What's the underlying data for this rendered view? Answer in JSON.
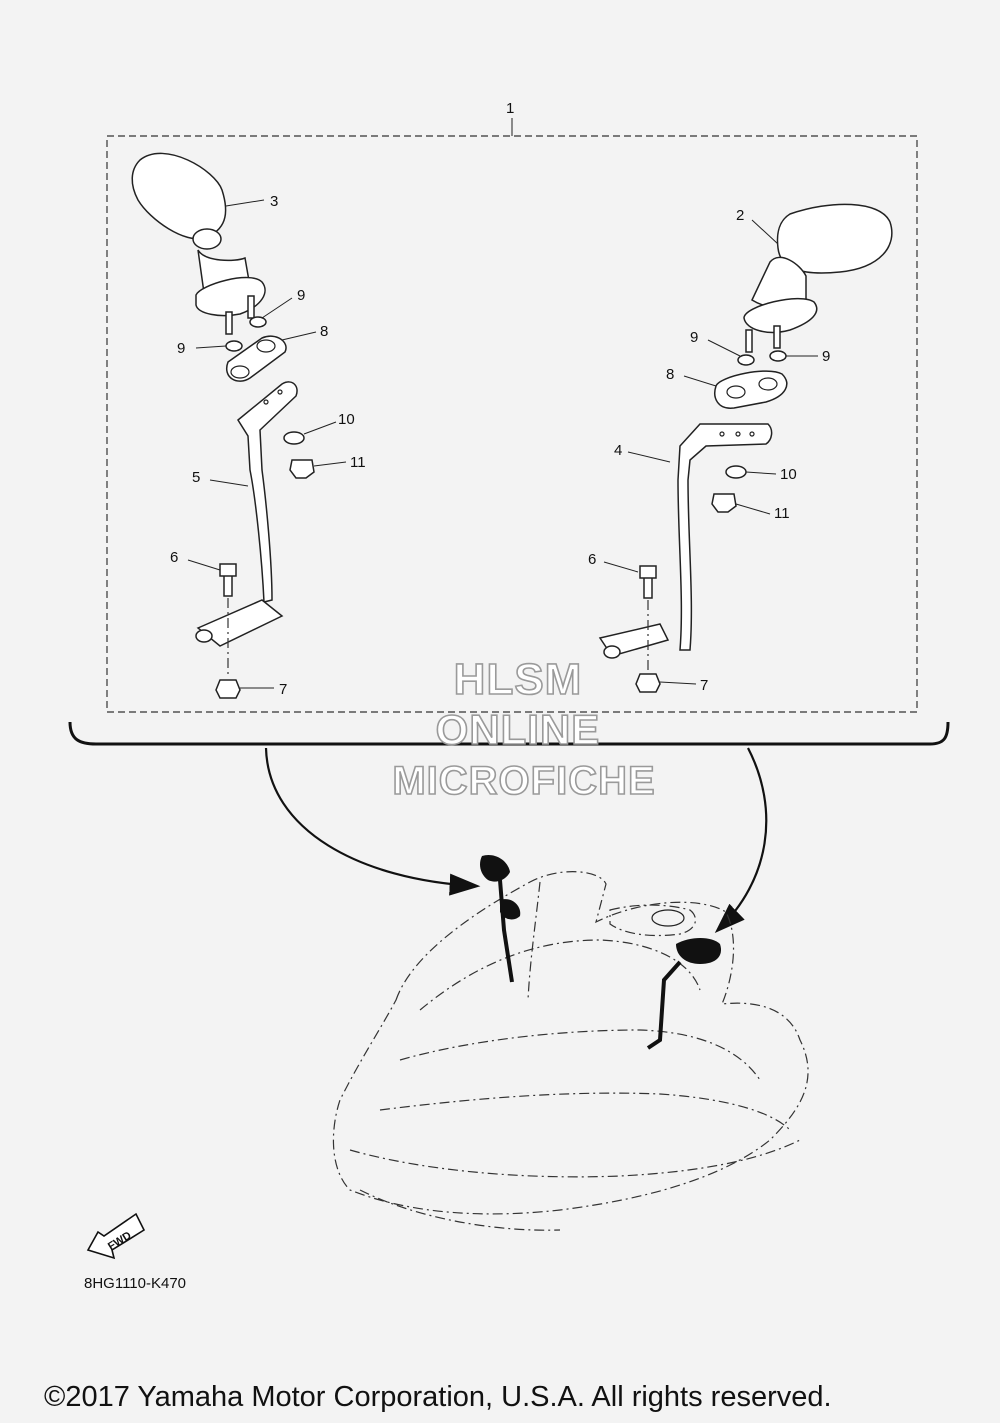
{
  "callouts": {
    "kit": "1",
    "mirror_right": "2",
    "mirror_left": "3",
    "stay_right": "4",
    "stay_left": "5",
    "bolt": "6",
    "nut": "7",
    "damper": "8",
    "washer_a": "9",
    "washer_b": "10",
    "nut_b": "11"
  },
  "watermark": {
    "line1": "HLSM",
    "line2": "ONLINE",
    "line3": "MICROFICHE"
  },
  "fwd_label": "FWD",
  "diagram_code": "8HG1110-K470",
  "copyright": "©2017 Yamaha Motor Corporation, U.S.A. All rights reserved."
}
